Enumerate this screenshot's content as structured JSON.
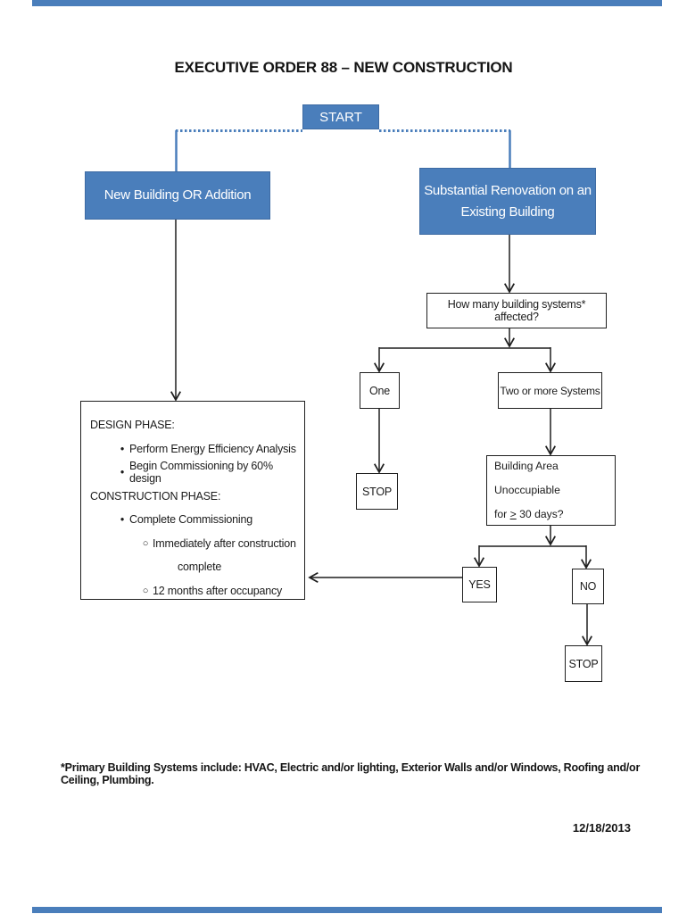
{
  "page": {
    "title": "EXECUTIVE ORDER 88 – NEW CONSTRUCTION",
    "footnote": "*Primary Building Systems include:  HVAC, Electric and/or lighting, Exterior Walls and/or Windows, Roofing and/or Ceiling, Plumbing.",
    "date": "12/18/2013"
  },
  "colors": {
    "accent_blue": "#4a7ebb",
    "line_black": "#1f1f1f",
    "text": "#1b1b1b"
  },
  "flowchart": {
    "start_label": "START",
    "new_building_label": "New Building OR Addition",
    "renovation_line1": "Substantial Renovation on an",
    "renovation_line2": "Existing Building",
    "systems_question": "How many building systems* affected?",
    "option_one": "One",
    "option_two_or_more": "Two or more Systems",
    "stop_1": "STOP",
    "building_area_line1": "Building Area Unoccupiable",
    "building_area_line2_prefix": "for ",
    "building_area_line2_ge": ">",
    "building_area_line2_suffix": " 30 days?",
    "yes_label": "YES",
    "no_label": "NO",
    "stop_2": "STOP",
    "design_box": {
      "heading_design": "DESIGN PHASE:",
      "bullet_glyph": "•",
      "circle_glyph": "○",
      "bullet_energy": "Perform Energy Efficiency Analysis",
      "bullet_commissioning": "Begin Commissioning by 60% design",
      "heading_construction": "CONSTRUCTION PHASE:",
      "bullet_complete": "Complete Commissioning",
      "sub_immediately_line1": "Immediately after construction",
      "sub_immediately_line2": "complete",
      "sub_months": "12 months after occupancy"
    }
  }
}
